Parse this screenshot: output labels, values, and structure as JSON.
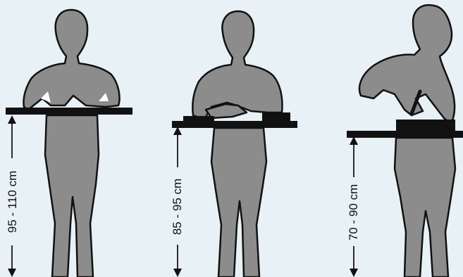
{
  "colors": {
    "background": "#e8f1f6",
    "figure_fill": "#8c8c8c",
    "outline": "#111111",
    "surface": "#111111",
    "highlight": "#ffffff"
  },
  "stations": [
    {
      "id": "standing-precision-work",
      "height_label": "95 - 110 cm"
    },
    {
      "id": "standing-light-work",
      "height_label": "85 - 95 cm"
    },
    {
      "id": "standing-heavy-work",
      "height_label": "70 - 90 cm"
    }
  ]
}
